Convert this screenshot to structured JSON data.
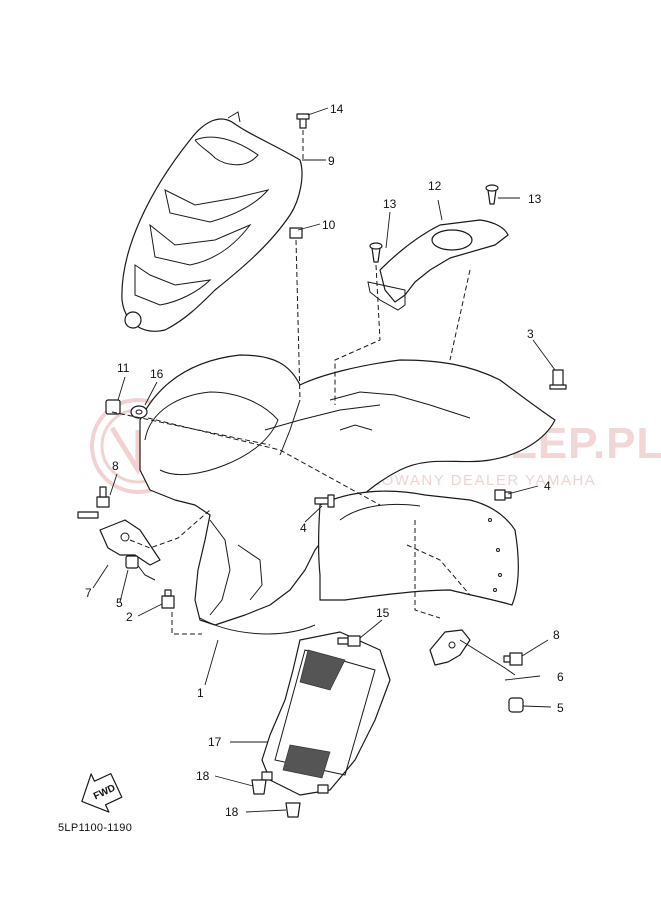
{
  "diagram": {
    "drawing_code": "5LP1100-1190",
    "fwd_label": "FWD",
    "watermark": {
      "main": "MOTO-SKLEP.PL",
      "sub": "AUTORYZOWANY DEALER YAMAHA"
    },
    "callouts": [
      "1",
      "2",
      "3",
      "4",
      "4",
      "5",
      "5",
      "6",
      "7",
      "8",
      "8",
      "9",
      "10",
      "11",
      "12",
      "13",
      "13",
      "14",
      "15",
      "16",
      "17",
      "18",
      "18"
    ]
  }
}
